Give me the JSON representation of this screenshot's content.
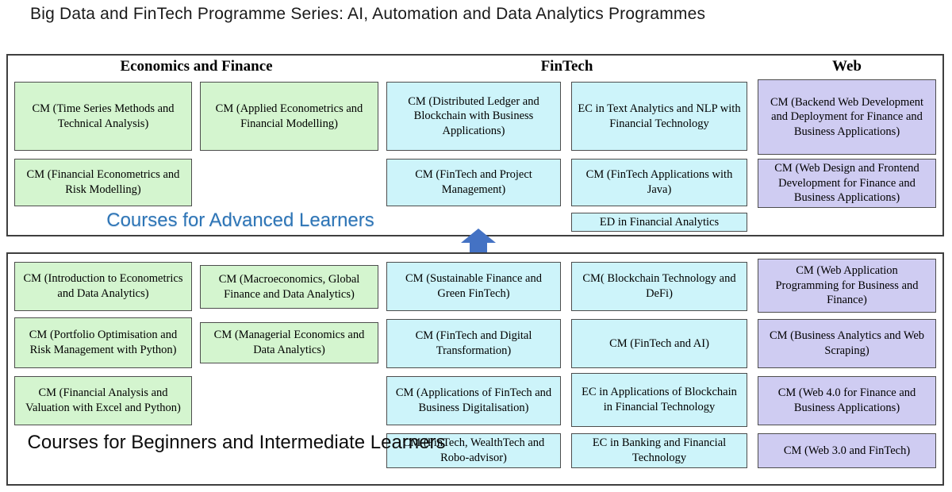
{
  "title": "Big Data and FinTech Programme Series: AI, Automation and Data Analytics Programmes",
  "colors": {
    "economics_green": "#d4f5cf",
    "fintech_cyan": "#cdf4fa",
    "web_purple": "#cfccf2",
    "advanced_label_blue": "#2e75b6",
    "arrow_blue": "#4472c4"
  },
  "columns": {
    "economics": "Economics and Finance",
    "fintech": "FinTech",
    "web": "Web"
  },
  "advanced": {
    "label": "Courses for Advanced Learners",
    "economics": [
      "CM (Time Series Methods and Technical Analysis)",
      "CM (Applied Econometrics and Financial Modelling)",
      "CM (Financial Econometrics and Risk Modelling)"
    ],
    "fintech": [
      "CM (Distributed Ledger and Blockchain with Business Applications)",
      "EC in Text Analytics and NLP with Financial Technology",
      "CM (FinTech and Project Management)",
      "CM (FinTech Applications with Java)",
      "ED in Financial Analytics"
    ],
    "web": [
      "CM (Backend Web Development and Deployment for Finance and Business Applications)",
      "CM (Web Design and Frontend Development for Finance and Business Applications)"
    ]
  },
  "beginner": {
    "label": "Courses for Beginners and Intermediate Learners",
    "economics": [
      "CM (Introduction to Econometrics and Data Analytics)",
      "CM (Macroeconomics, Global Finance and Data Analytics)",
      "CM (Portfolio Optimisation and Risk Management with Python)",
      "CM (Managerial Economics and Data Analytics)",
      "CM (Financial Analysis and Valuation with Excel and Python)"
    ],
    "fintech": [
      "CM (Sustainable Finance and Green FinTech)",
      "CM( Blockchain Technology and DeFi)",
      "CM (FinTech and Digital Transformation)",
      "CM (FinTech and AI)",
      "CM (Applications of FinTech and Business Digitalisation)",
      "EC in Applications of Blockchain in Financial Technology",
      "CM (FinTech, WealthTech and Robo-advisor)",
      "EC in Banking and Financial Technology"
    ],
    "web": [
      "CM (Web Application Programming for Business and Finance)",
      "CM (Business Analytics and Web Scraping)",
      "CM (Web 4.0 for Finance and Business Applications)",
      "CM (Web 3.0 and FinTech)"
    ]
  }
}
